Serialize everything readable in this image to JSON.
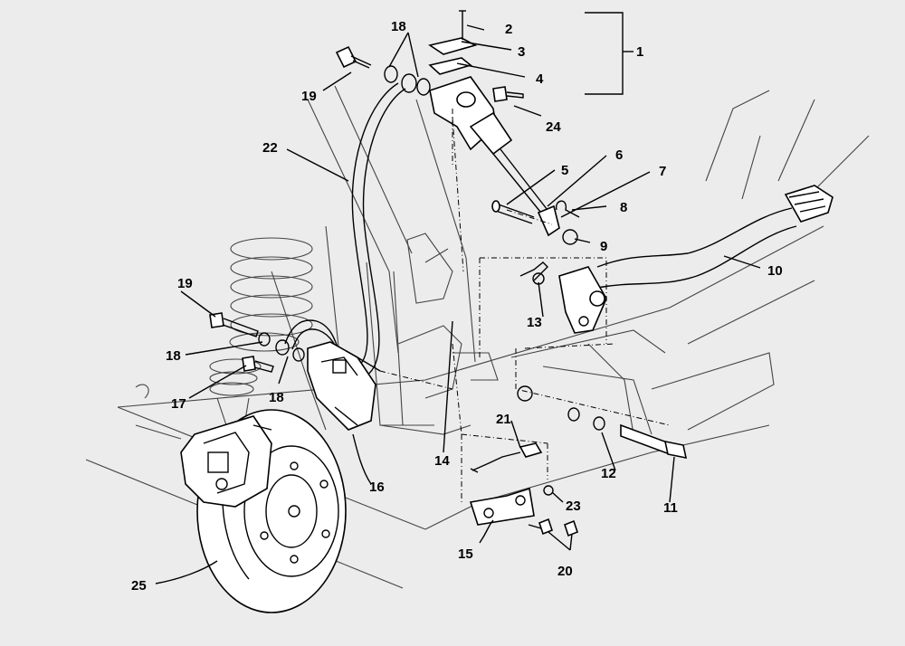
{
  "callouts": [
    "1",
    "2",
    "3",
    "4",
    "5",
    "6",
    "7",
    "8",
    "9",
    "10",
    "11",
    "12",
    "13",
    "14",
    "15",
    "16",
    "17",
    "18",
    "18",
    "18",
    "19",
    "19",
    "20",
    "21",
    "22",
    "23",
    "24",
    "25"
  ],
  "colors": {
    "background": "#ececec",
    "ink": "#000000"
  }
}
